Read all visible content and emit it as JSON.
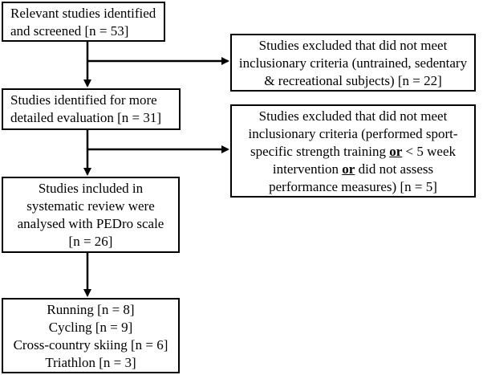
{
  "flowchart": {
    "identified": {
      "line1": "Relevant studies identified",
      "line2": "and screened [n = 53]"
    },
    "excluded1": {
      "line1": "Studies excluded that did not meet",
      "line2": "inclusionary criteria (untrained, sedentary",
      "line3": "& recreational subjects) [n = 22]"
    },
    "evaluated": {
      "line1": "Studies identified for more",
      "line2": "detailed evaluation [n = 31]"
    },
    "excluded2": {
      "line1": "Studies excluded that did not meet",
      "line2": "inclusionary criteria (performed sport-",
      "line3a": "specific strength training ",
      "or1": "or",
      "line3b": " < 5 week",
      "line4a": "intervention ",
      "or2": "or",
      "line4b": " did not assess",
      "line5": "performance measures) [n = 5]"
    },
    "included": {
      "line1": "Studies included in",
      "line2": "systematic review were",
      "line3": "analysed with PEDro scale",
      "line4": "[n = 26]"
    },
    "sports": {
      "running": "Running [n = 8]",
      "cycling": "Cycling [n = 9]",
      "skiing": "Cross-country skiing [n = 6]",
      "triathlon": "Triathlon [n = 3]"
    }
  }
}
